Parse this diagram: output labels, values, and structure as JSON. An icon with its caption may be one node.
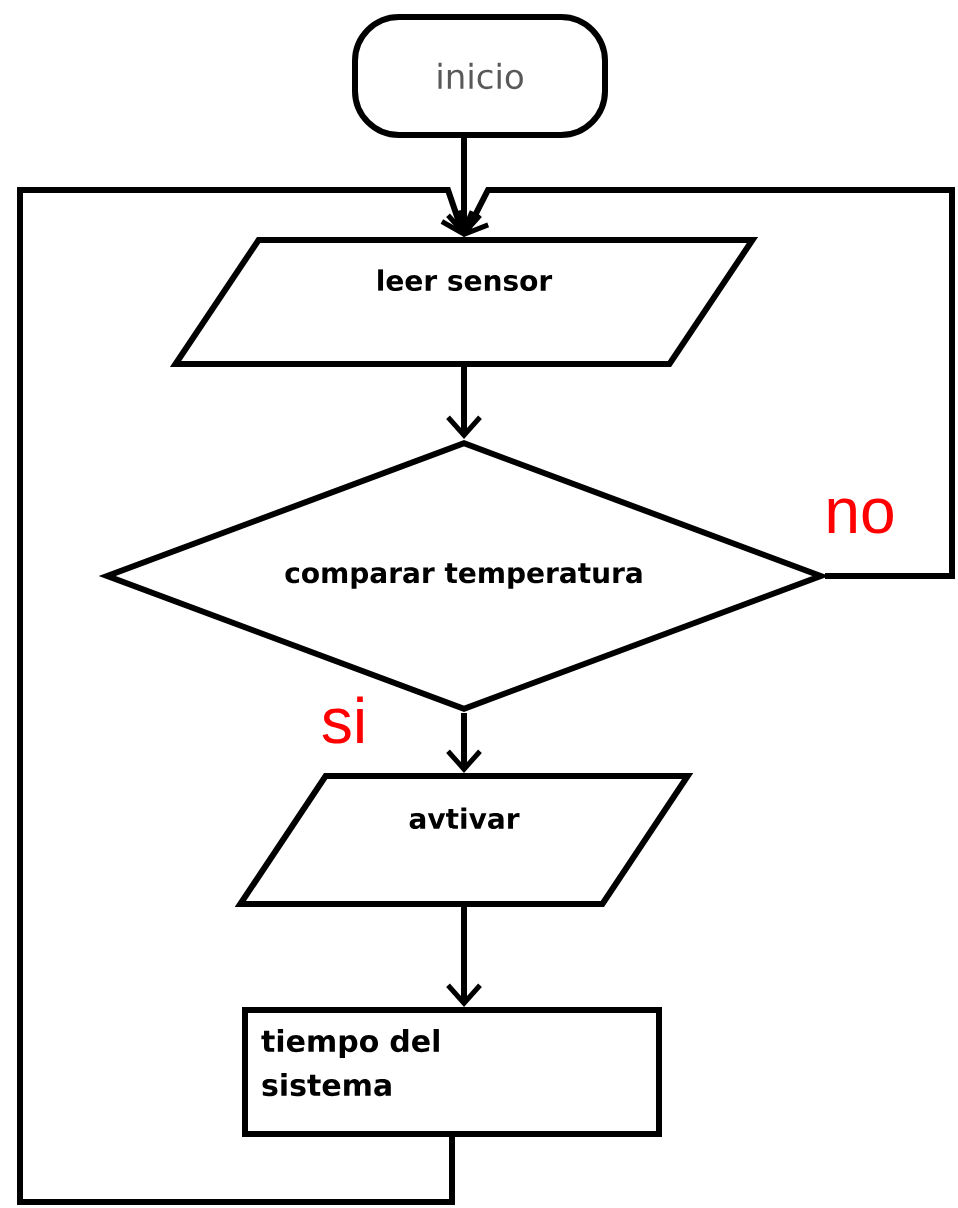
{
  "diagram": {
    "nodes": [
      {
        "text": [
          "inicio"
        ]
      },
      {
        "text": [
          "leer sensor"
        ]
      },
      {
        "text": [
          "comparar temperatura"
        ]
      },
      {
        "text": [
          "avtivar"
        ]
      },
      {
        "text": [
          "tiempo del sistema"
        ]
      }
    ],
    "edges": [
      {
        "from": 0,
        "to": 1,
        "arrow": "to"
      },
      {
        "from": 1,
        "to": 2,
        "arrow": "to"
      },
      {
        "from": 2,
        "to": 3,
        "arrow": "to",
        "label": "si"
      },
      {
        "from": 3,
        "to": 4,
        "arrow": "to"
      },
      {
        "from": 4,
        "to": 1,
        "arrow": "to"
      },
      {
        "from": 2,
        "to": 1,
        "arrow": "to",
        "label": "no"
      }
    ]
  }
}
